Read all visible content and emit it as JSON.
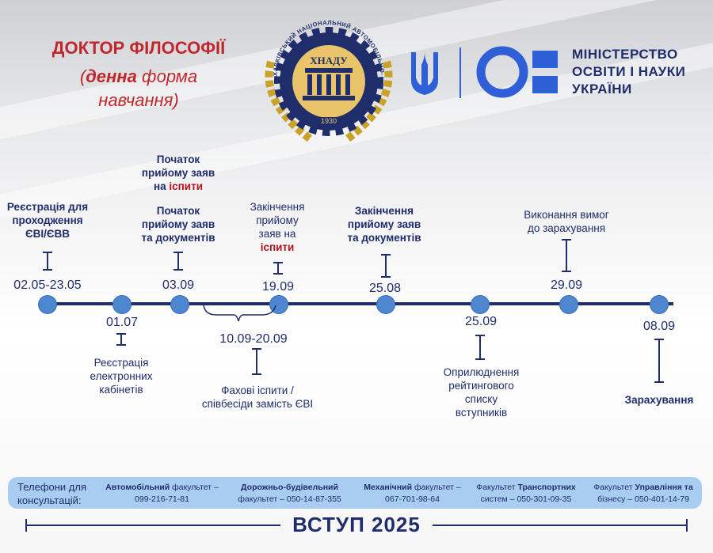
{
  "header": {
    "title_line1": "ДОКТОР ФІЛОСОФІЇ",
    "title_line2_bold": "денна",
    "title_line2_rest": " форма",
    "title_line3": "навчання",
    "logo": {
      "arc_text": "ХАРКІВСЬКИЙ НАЦІОНАЛЬНИЙ АВТОМОБІЛЬНО-ДОРОЖНІЙ УНІВЕРСИТЕТ",
      "abbr": "ХНАДУ",
      "year": "1930"
    },
    "ministry": [
      "МІНІСТЕРСТВО",
      "ОСВІТИ І НАУКИ",
      "УКРАЇНИ"
    ]
  },
  "timeline": {
    "above": [
      {
        "line1": "Реєстрація для",
        "line2": "проходження",
        "line3": "ЄВІ/ЄВВ",
        "date": "02.05-23.05"
      },
      {
        "top_line1": "Початок",
        "top_line2": "прийому заяв",
        "top_line3_a": "на ",
        "top_line3_red": "іспити",
        "line1": "Початок",
        "line2": "прийому заяв",
        "line3": "та документів",
        "date": "03.09"
      },
      {
        "line1": "Закінчення",
        "line2": "прийому",
        "line3": "заяв на",
        "line4_red": "іспити",
        "date": "19.09"
      },
      {
        "line1": "Закінчення",
        "line2": "прийому заяв",
        "line3": "та документів",
        "date": "25.08"
      },
      {
        "line1": "Виконання вимог",
        "line2": "до зарахування",
        "date": "29.09"
      }
    ],
    "below": [
      {
        "date": "01.07",
        "line1": "Реєстрація",
        "line2": "електронних",
        "line3": "кабінетів"
      },
      {
        "date": "10.09-20.09",
        "line1": "Фахові іспити /",
        "line2": "співбесіди замість ЄВІ"
      },
      {
        "date": "25.09",
        "line1": "Оприлюднення",
        "line2": "рейтингового",
        "line3": "списку",
        "line4": "вступників"
      },
      {
        "date": "08.09",
        "line1": "Зарахування"
      }
    ]
  },
  "phones": {
    "heading_line1": "Телефони для",
    "heading_line2": "консультацій:",
    "items": [
      {
        "name_bold": "Автомобільний",
        "name_rest": " факультет –",
        "phone": "099-216-71-81"
      },
      {
        "name_bold": "Дорожньо-будівельний",
        "name_rest": "факультет –",
        "phone": "050-14-87-355"
      },
      {
        "name_bold": "Механічний",
        "name_rest": " факультет –",
        "phone": "067-701-98-64"
      },
      {
        "name_pre": "Факультет ",
        "name_bold": "Транспортних",
        "name_rest": "систем –",
        "phone": "050-301-09-35"
      },
      {
        "name_pre": "Факультет ",
        "name_bold": "Управління та",
        "name_rest": "бізнесу –",
        "phone": "050-401-14-79"
      }
    ]
  },
  "footer": {
    "title": "ВСТУП 2025"
  },
  "colors": {
    "navy": "#1f2d6b",
    "red": "#c0272d",
    "dot": "#4f86d0",
    "phone_bg": "#a9cdf0",
    "ministry_blue": "#2f5fd6",
    "gold": "#c9a227"
  }
}
